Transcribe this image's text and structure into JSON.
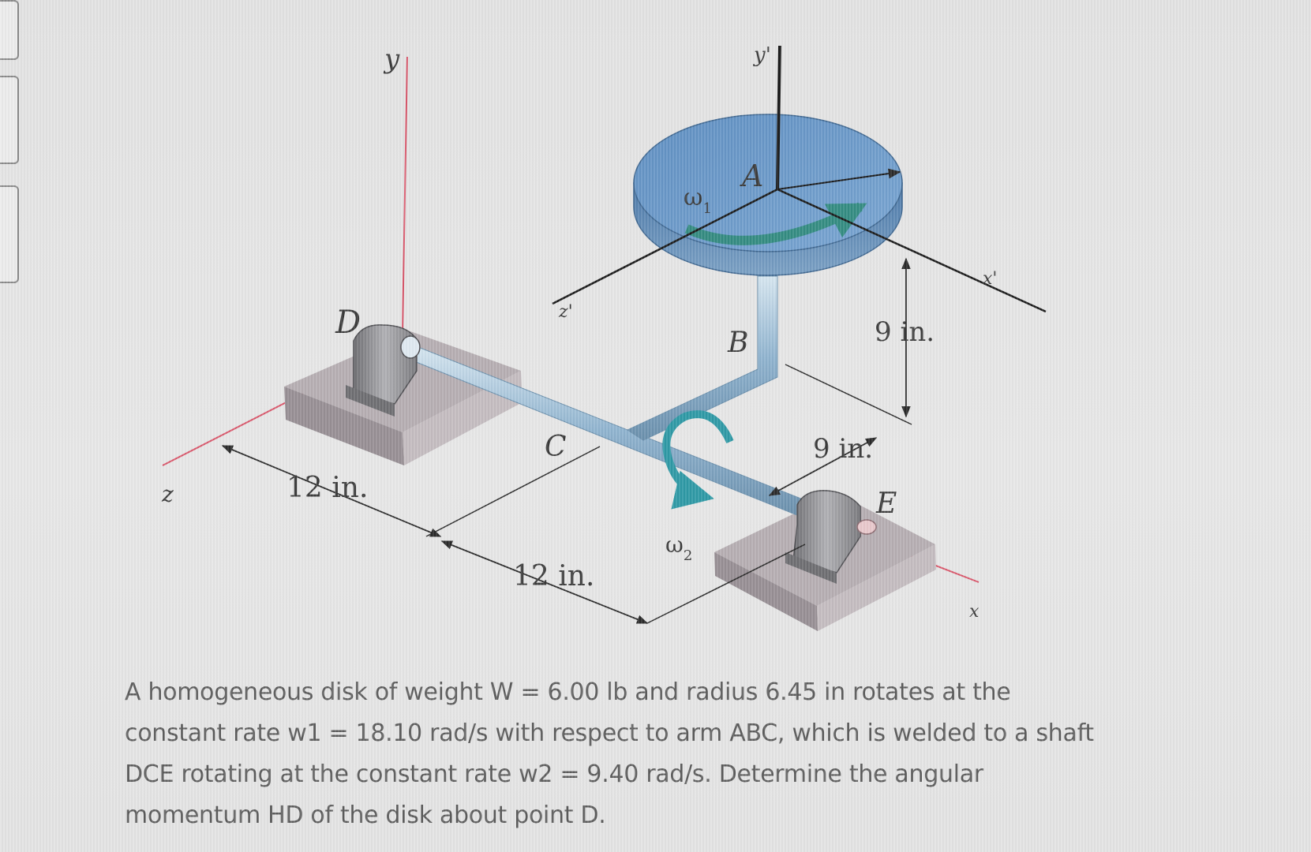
{
  "figure": {
    "axis_labels": {
      "y": "y",
      "y_prime": "y'",
      "z": "z",
      "z_prime": "z'",
      "x": "x",
      "x_prime": "x'"
    },
    "point_labels": {
      "A": "A",
      "B": "B",
      "C": "C",
      "D": "D",
      "E": "E"
    },
    "omega_labels": {
      "w1": "ω",
      "w1_sub": "1",
      "w2": "ω",
      "w2_sub": "2"
    },
    "dimensions": {
      "dim_12_left": "12 in.",
      "dim_12_bottom": "12 in.",
      "dim_9_vertical": "9 in.",
      "dim_9_horizontal": "9 in."
    },
    "colors": {
      "disk_fill": "#5b87b8",
      "disk_top": "#6f9bcb",
      "shaft": "#8fb3cf",
      "arrow_teal": "#2f9aa6",
      "axis_red": "#d9566a",
      "axis_black": "#1a1a1a"
    }
  },
  "problem": {
    "text": "A homogeneous disk of weight W = 6.00 lb and radius 6.45 in rotates at the constant rate w1 = 18.10 rad/s with respect to arm ABC, which is welded to a shaft DCE rotating at the constant rate w2 = 9.40 rad/s. Determine the angular momentum HD of the disk about point D."
  }
}
